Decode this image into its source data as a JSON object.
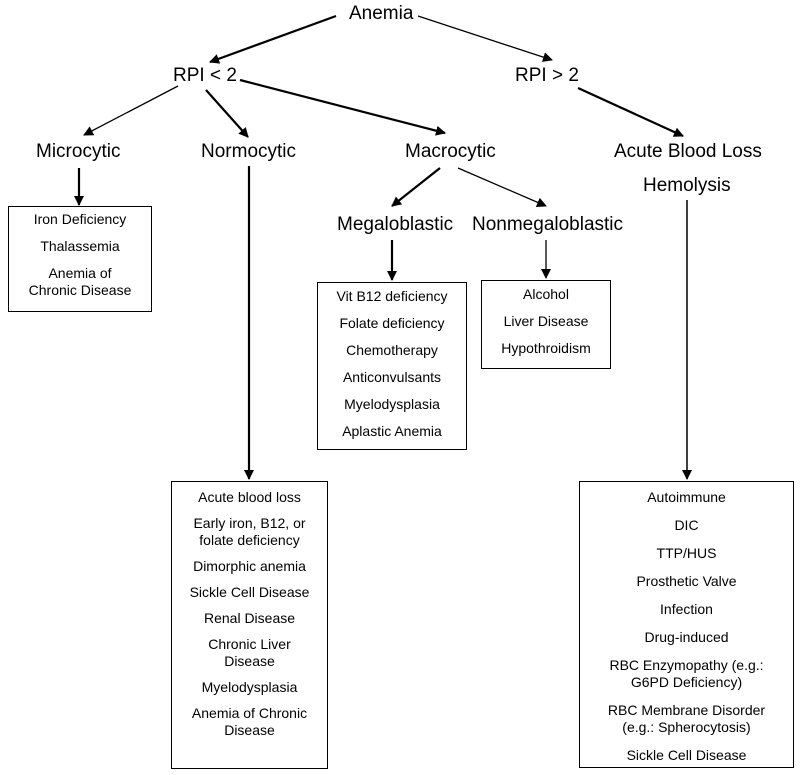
{
  "nodes": {
    "anemia": "Anemia",
    "rpi_low": "RPI < 2",
    "rpi_high": "RPI > 2",
    "microcytic": "Microcytic",
    "normocytic": "Normocytic",
    "macrocytic": "Macrocytic",
    "acute_blood_loss": "Acute Blood Loss",
    "hemolysis": "Hemolysis",
    "megaloblastic": "Megaloblastic",
    "nonmegaloblastic": "Nonmegaloblastic"
  },
  "boxes": {
    "microcytic": [
      "Iron Deficiency",
      "Thalassemia",
      "Anemia of\nChronic Disease"
    ],
    "megaloblastic": [
      "Vit B12 deficiency",
      "Folate deficiency",
      "Chemotherapy",
      "Anticonvulsants",
      "Myelodysplasia",
      "Aplastic Anemia"
    ],
    "nonmegaloblastic": [
      "Alcohol",
      "Liver Disease",
      "Hypothroidism"
    ],
    "normocytic": [
      "Acute blood loss",
      "Early iron, B12, or\nfolate deficiency",
      "Dimorphic anemia",
      "Sickle Cell Disease",
      "Renal Disease",
      "Chronic Liver\nDisease",
      "Myelodysplasia",
      "Anemia of Chronic\nDisease"
    ],
    "hemolysis": [
      "Autoimmune",
      "DIC",
      "TTP/HUS",
      "Prosthetic Valve",
      "Infection",
      "Drug-induced",
      "RBC Enzymopathy (e.g.:\nG6PD Deficiency)",
      "RBC Membrane Disorder\n(e.g.: Spherocytosis)",
      "Sickle Cell Disease"
    ]
  }
}
